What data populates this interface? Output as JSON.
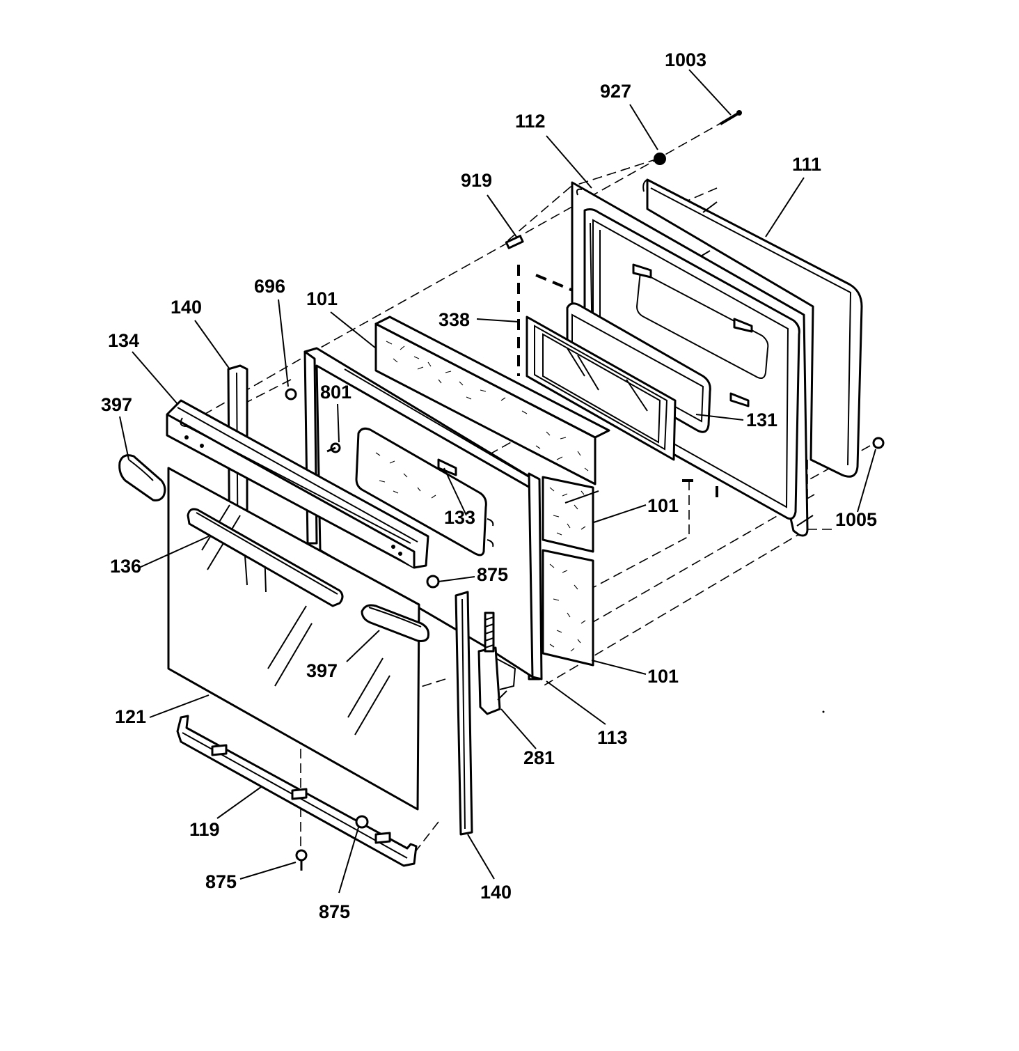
{
  "diagram": {
    "callouts": [
      {
        "id": "c1003",
        "text": "1003"
      },
      {
        "id": "c927",
        "text": "927"
      },
      {
        "id": "c112",
        "text": "112"
      },
      {
        "id": "c111",
        "text": "111"
      },
      {
        "id": "c919",
        "text": "919"
      },
      {
        "id": "c696",
        "text": "696"
      },
      {
        "id": "c140a",
        "text": "140"
      },
      {
        "id": "c101a",
        "text": "101"
      },
      {
        "id": "c338",
        "text": "338"
      },
      {
        "id": "c134",
        "text": "134"
      },
      {
        "id": "c801",
        "text": "801"
      },
      {
        "id": "c397a",
        "text": "397"
      },
      {
        "id": "c131",
        "text": "131"
      },
      {
        "id": "c133",
        "text": "133"
      },
      {
        "id": "c101b",
        "text": "101"
      },
      {
        "id": "c1005",
        "text": "1005"
      },
      {
        "id": "c136",
        "text": "136"
      },
      {
        "id": "c875a",
        "text": "875"
      },
      {
        "id": "c397b",
        "text": "397"
      },
      {
        "id": "c101c",
        "text": "101"
      },
      {
        "id": "c121",
        "text": "121"
      },
      {
        "id": "c113",
        "text": "113"
      },
      {
        "id": "c281",
        "text": "281"
      },
      {
        "id": "c119",
        "text": "119"
      },
      {
        "id": "c875b",
        "text": "875"
      },
      {
        "id": "c875c",
        "text": "875"
      },
      {
        "id": "c140b",
        "text": "140"
      }
    ]
  }
}
